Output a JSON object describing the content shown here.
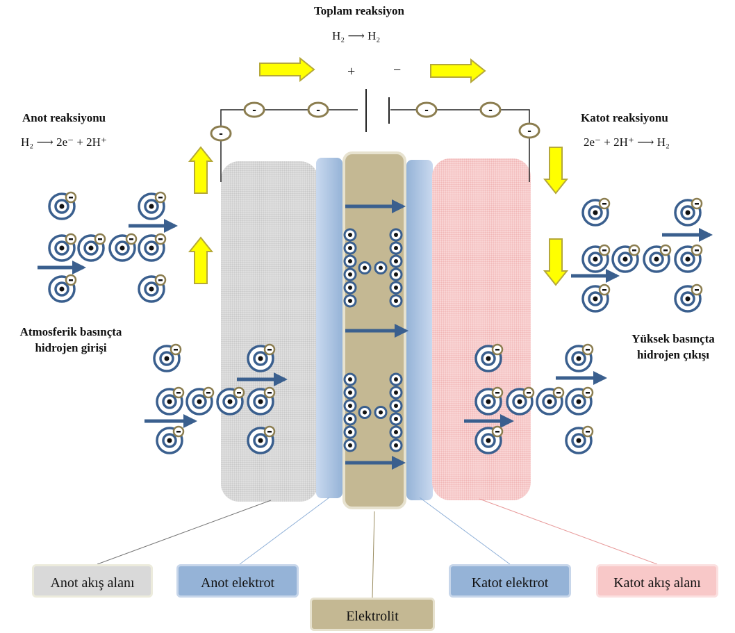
{
  "top": {
    "title": "Toplam reaksiyon",
    "equation": "H₂ ⟶ H₂",
    "plus": "+",
    "minus": "−"
  },
  "anode": {
    "title": "Anot reaksiyonu",
    "equation": "H₂ ⟶ 2e⁻ + 2H⁺",
    "inlet_line1": "Atmosferik basınçta",
    "inlet_line2": "hidrojen girişi"
  },
  "cathode": {
    "title": "Katot reaksiyonu",
    "equation": "2e⁻ + 2H⁺ ⟶ H₂",
    "outlet_line1": "Yüksek basınçta",
    "outlet_line2": "hidrojen çıkışı"
  },
  "labels": {
    "anode_flow": "Anot akış alanı",
    "anode_electrode": "Anot elektrot",
    "electrolyte": "Elektrolit",
    "cathode_electrode": "Katot elektrot",
    "cathode_flow": "Katot akış alanı"
  },
  "symbols": {
    "electron": "-",
    "proton": "+"
  },
  "colors": {
    "anode_flow": "#d9d9d9",
    "anode_electrode": "#95b3d7",
    "electrolyte": "#c4b893",
    "cathode_electrode": "#95b3d7",
    "cathode_flow": "#f8c8c8",
    "yellow_arrow": "#ffff00",
    "blue_arrow": "#3a5f8e",
    "molecule": "#3a5f8e",
    "electron_ring": "#8b7d4f"
  }
}
